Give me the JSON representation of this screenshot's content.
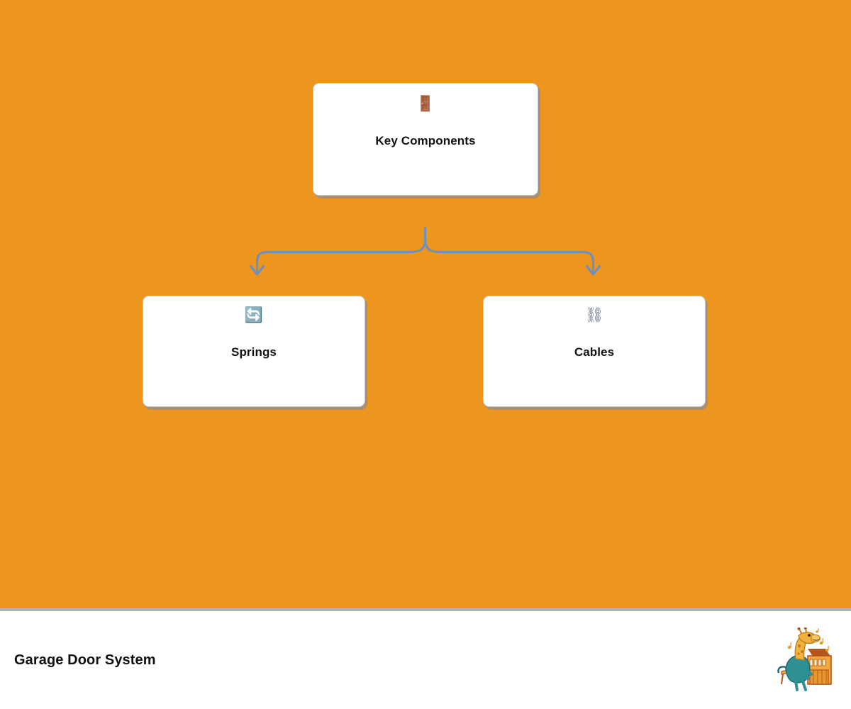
{
  "page": {
    "background_color": "#ed961f",
    "footer_background_color": "#ffffff",
    "divider_color": "#aab6c6",
    "connector_color": "#6f8fbd",
    "card_background_color": "#ffffff",
    "card_border_color": "#c3cbd6",
    "card_shadow_color": "#7c8caa",
    "text_color": "#111111"
  },
  "diagram": {
    "type": "tree",
    "root": {
      "id": "key-components",
      "label": "Key Components",
      "icon": "door-icon",
      "icon_glyph": "🚪"
    },
    "children": [
      {
        "id": "springs",
        "label": "Springs",
        "icon": "refresh-icon",
        "icon_glyph": "🔄"
      },
      {
        "id": "cables",
        "label": "Cables",
        "icon": "chains-icon",
        "icon_glyph": "⛓"
      }
    ],
    "edges": [
      {
        "from": "key-components",
        "to": "springs"
      },
      {
        "from": "key-components",
        "to": "cables"
      }
    ]
  },
  "footer": {
    "title": "Garage Door System",
    "logo_name": "giraffe-piano-house-logo"
  }
}
